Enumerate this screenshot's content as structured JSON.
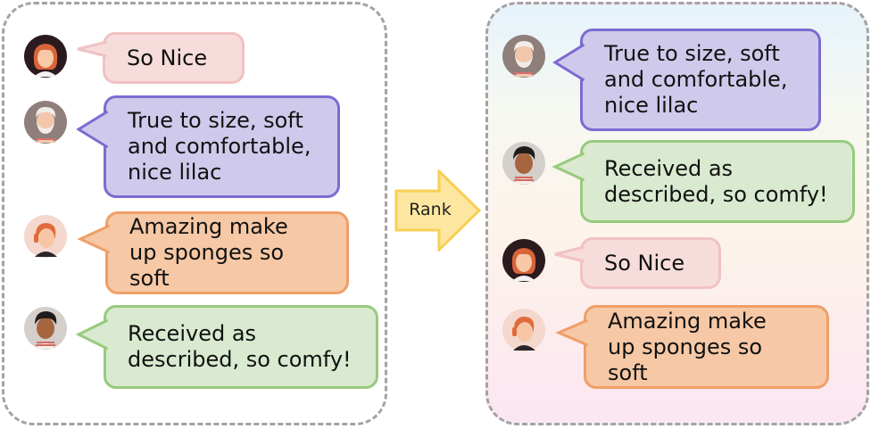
{
  "colors": {
    "pink": {
      "fill": "#f7dcdc",
      "stroke": "#f1c2c2"
    },
    "purple": {
      "fill": "#cfcaeb",
      "stroke": "#7c6bd2"
    },
    "orange": {
      "fill": "#f6c8a6",
      "stroke": "#ef9f67"
    },
    "green": {
      "fill": "#d9ead0",
      "stroke": "#98ca7d"
    },
    "arrow": {
      "fill": "#fde7a0",
      "stroke": "#f7cf55"
    }
  },
  "arrow_label": "Rank",
  "reviews": [
    {
      "id": "r1",
      "text": "So Nice",
      "color": "pink",
      "avatar": "woman-red-hair"
    },
    {
      "id": "r2",
      "text": "True to size, soft\nand comfortable,\nnice lilac",
      "color": "purple",
      "avatar": "bearded-man-white-hair"
    },
    {
      "id": "r3",
      "text": "Amazing make\nup sponges so\nsoft",
      "color": "orange",
      "avatar": "person-with-headphones"
    },
    {
      "id": "r4",
      "text": "Received as\ndescribed, so comfy!",
      "color": "green",
      "avatar": "man-dark-hair"
    }
  ],
  "ranked": [
    {
      "id": "r2",
      "text": "True to size, soft\nand comfortable,\nnice lilac",
      "color": "purple",
      "avatar": "bearded-man-white-hair"
    },
    {
      "id": "r4",
      "text": "Received as\ndescribed, so comfy!",
      "color": "green",
      "avatar": "man-dark-hair"
    },
    {
      "id": "r1",
      "text": "So Nice",
      "color": "pink",
      "avatar": "woman-red-hair"
    },
    {
      "id": "r3",
      "text": "Amazing make\nup sponges so\nsoft",
      "color": "orange",
      "avatar": "person-with-headphones"
    }
  ]
}
